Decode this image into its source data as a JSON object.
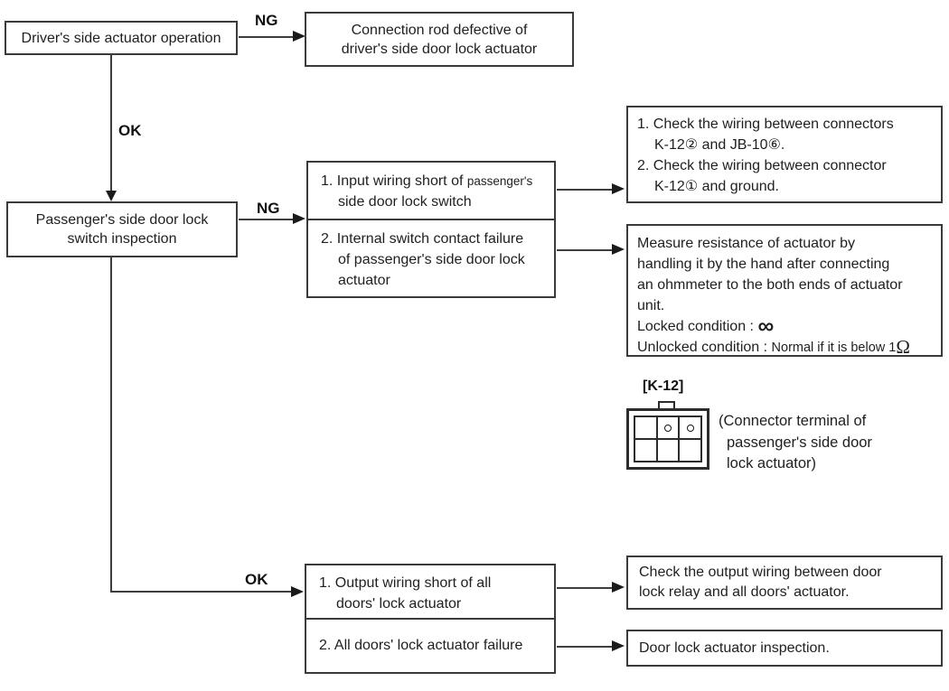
{
  "diagram": {
    "nodes": {
      "driver_operation": "Driver's side actuator operation",
      "connection_rod": "Connection rod defective of\ndriver's side door lock actuator",
      "passenger_inspection": "Passenger's side door lock\nswitch inspection",
      "cause_input_wiring": {
        "line1_normal": "1. Input wiring short of",
        "line1_small": "passenger's",
        "line2": "side door lock switch"
      },
      "cause_internal_switch": "2. Internal switch contact failure\nof passenger's side door lock\nactuator",
      "action_check_wiring": {
        "item1": "1. Check the wiring between connectors\nK-12② and JB-10⑥.",
        "item2": "2. Check the wiring between connector\nK-12① and ground."
      },
      "action_measure": {
        "paragraph": "Measure resistance of actuator by\nhandling it by the hand after connecting\nan ohmmeter to the both ends of actuator\nunit.",
        "locked_label": "Locked condition :",
        "locked_value": "∞",
        "unlocked_label": "Unlocked condition :",
        "unlocked_value": "Normal if it is below 1",
        "ohm_symbol": "Ω"
      },
      "cause_output_wiring": "1. Output wiring short of all\ndoors' lock actuator",
      "cause_actuator_failure": "2. All doors' lock actuator failure",
      "action_output_wiring": "Check the output wiring between door\nlock relay and all doors' actuator.",
      "action_door_lock": "Door lock actuator inspection."
    },
    "edge_labels": {
      "ng_top": "NG",
      "ok_top": "OK",
      "ng_mid": "NG",
      "ok_bottom": "OK"
    },
    "connector": {
      "label": "[K-12]",
      "caption": "(Connector terminal of\npassenger's side door\nlock actuator)"
    },
    "colors": {
      "line": "#3d3d3d",
      "border": "#3a3a3a",
      "text": "#1f1f1f",
      "background": "#ffffff"
    }
  }
}
